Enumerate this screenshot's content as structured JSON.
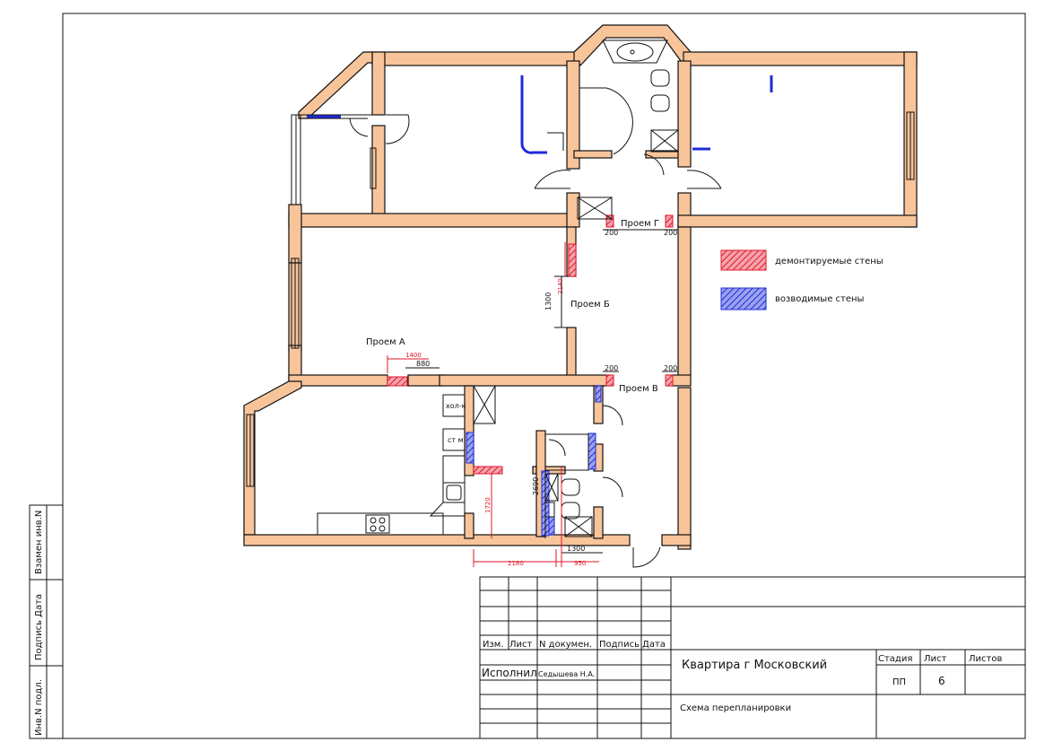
{
  "legend": {
    "demolished_label": "демонтируемые стены",
    "erected_label": "возводимые стены"
  },
  "openings": {
    "a": "Проем А",
    "b": "Проем Б",
    "v": "Проем В",
    "g": "Проем Г"
  },
  "dims": {
    "d200": "200",
    "d2140": "2140",
    "d1300": "1300",
    "d1400": "1400",
    "d880": "880",
    "d1720": "1720",
    "d2690": "2690",
    "d2180": "2180",
    "d950": "950",
    "d1300b": "1300"
  },
  "kitchen": {
    "fridge": "хол-к",
    "washer": "ст м"
  },
  "side_stamp": {
    "inv_orig": "Инв.N подл.",
    "sign_date": "Подпись  Дата",
    "replace": "Взамен инв.N"
  },
  "title_block": {
    "col_izm": "Изм.",
    "col_list": "Лист",
    "col_doc": "N докумен.",
    "col_sign": "Подпись",
    "col_date": "Дата",
    "performed_label": "Исполнил",
    "performer": "Седышева Н.А.",
    "project": "Квартира г Московский",
    "sheet_title": "Схема перепланировки",
    "stage_label": "Стадия",
    "sheet_label": "Лист",
    "sheets_label": "Листов",
    "stage": "ПП",
    "sheet_no": "6"
  },
  "colors": {
    "wall": "#f8c49a",
    "demolished": "#e0162b",
    "erected": "#1f2bd6"
  }
}
